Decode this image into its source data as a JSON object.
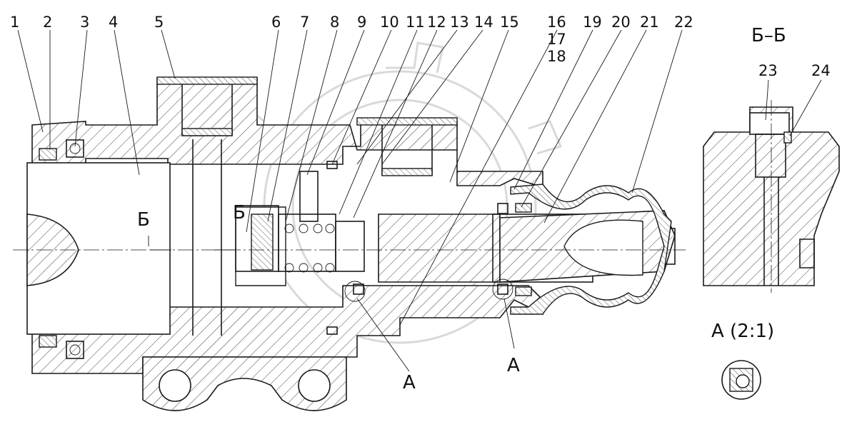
{
  "part_numbers": [
    "1",
    "2",
    "3",
    "4",
    "5",
    "6",
    "7",
    "8",
    "9",
    "10",
    "11",
    "12",
    "13",
    "14",
    "15",
    "16",
    "17",
    "18",
    "19",
    "20",
    "21",
    "22",
    "23",
    "24"
  ],
  "section_title": "Б–Б",
  "section_markers": [
    "Б",
    "Б"
  ],
  "detail_markers": [
    "А",
    "А"
  ],
  "detail_title": "А (2:1)",
  "watermark": "CPEX"
}
